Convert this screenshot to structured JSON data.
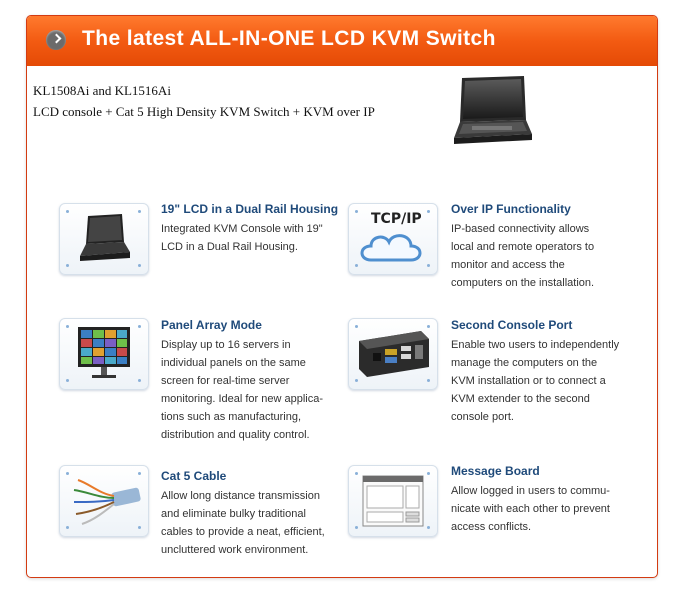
{
  "banner": {
    "title": "The latest ALL-IN-ONE LCD KVM Switch",
    "arrow_icon": "chevron-right-icon"
  },
  "intro": {
    "models": "KL1508Ai and KL1516Ai",
    "description": "LCD console + Cat 5 High Density KVM Switch + KVM over IP"
  },
  "colors": {
    "banner_orange": "#f35b12",
    "border": "#d33b12",
    "feature_title": "#1f4a7a",
    "body_text": "#333333"
  },
  "features": [
    {
      "icon": "lcd-console-icon",
      "title": "19\" LCD in a Dual Rail Housing",
      "lines": [
        "Integrated KVM Console with 19\"",
        "LCD in a Dual Rail Housing."
      ]
    },
    {
      "icon": "tcp-ip-cloud-icon",
      "thumb_label": "TCP/IP",
      "title": "Over IP Functionality",
      "lines": [
        "IP-based connectivity allows",
        "local and remote operators to",
        "monitor and access the",
        "computers on the installation."
      ]
    },
    {
      "icon": "panel-array-monitor-icon",
      "title": "Panel Array Mode",
      "lines": [
        "Display up to 16 servers in",
        "individual panels on the same",
        "screen for real-time server",
        "monitoring. Ideal for new applica-",
        "tions such as manufacturing,",
        "distribution and quality control."
      ]
    },
    {
      "icon": "console-port-icon",
      "title": "Second Console Port",
      "lines": [
        "Enable two users to independently",
        "manage the computers on the",
        "KVM installation or to connect a",
        "KVM extender to the second",
        "console port."
      ]
    },
    {
      "icon": "cat5-cable-icon",
      "title": "Cat 5 Cable",
      "lines": [
        "Allow long distance transmission",
        "and eliminate bulky traditional",
        "cables to provide a neat, efficient,",
        "uncluttered work environment."
      ]
    },
    {
      "icon": "message-board-icon",
      "title": "Message Board",
      "lines": [
        "Allow logged in users to commu-",
        "nicate with each other to prevent",
        "access conflicts."
      ]
    }
  ]
}
